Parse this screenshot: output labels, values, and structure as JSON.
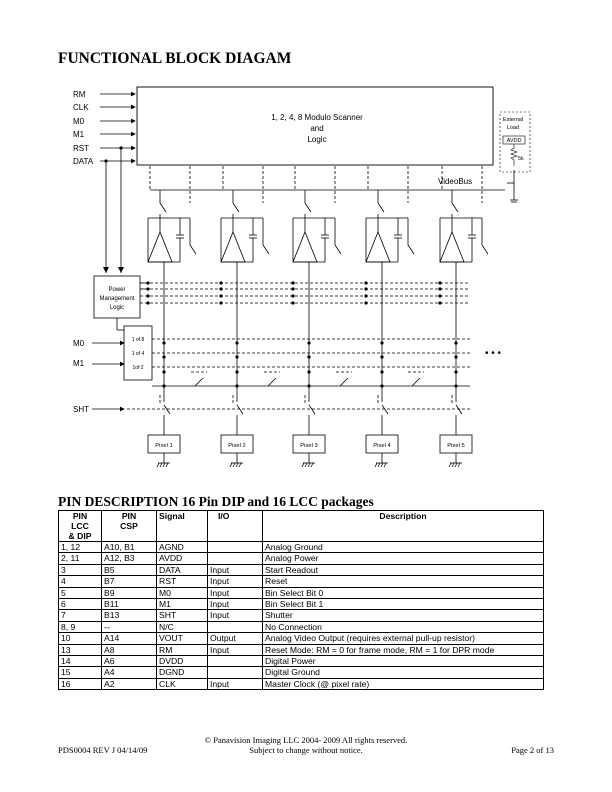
{
  "title": "FUNCTIONAL BLOCK DIAGAM",
  "diagram": {
    "inputs": [
      "RM",
      "CLK",
      "M0",
      "M1",
      "RST",
      "DATA"
    ],
    "scanner_label": [
      "1, 2, 4, 8 Modulo Scanner",
      "and",
      "Logic"
    ],
    "external_load": [
      "External",
      "Load"
    ],
    "avdd": "AVDD",
    "resistor": "5k",
    "videobus": "VideoBus",
    "power_mgmt": [
      "Power",
      "Management",
      "Logic"
    ],
    "m0": "M0",
    "m1": "M1",
    "mux_options": [
      "1 of 8",
      "1 of 4",
      "1of 2"
    ],
    "sht": "SHT",
    "pixels": [
      "Pixel 1",
      "Pixel 2",
      "Pixel 3",
      "Pixel 4",
      "Pixel 5"
    ],
    "ellipsis": "• • •"
  },
  "pin_section_title": "PIN DESCRIPTION   16 Pin DIP and 16 LCC packages",
  "pin_table": {
    "headers": {
      "lcc": [
        "PIN",
        "LCC",
        "& DIP"
      ],
      "csp": [
        "PIN",
        "CSP"
      ],
      "signal": "Signal",
      "io": "I/O",
      "description": "Description"
    },
    "rows": [
      [
        "1, 12",
        "A10, B1",
        "AGND",
        "",
        "Analog Ground"
      ],
      [
        "2, 11",
        "A12, B3",
        "AVDD",
        "",
        "Analog Power"
      ],
      [
        "3",
        "B5",
        "DATA",
        "Input",
        "Start Readout"
      ],
      [
        "4",
        "B7",
        "RST",
        "Input",
        "Reset"
      ],
      [
        "5",
        "B9",
        "M0",
        "Input",
        "Bin Select Bit 0"
      ],
      [
        "6",
        "B11",
        "M1",
        "Input",
        "Bin Select Bit 1"
      ],
      [
        "7",
        "B13",
        "SHT",
        "Input",
        "Shutter"
      ],
      [
        "8, 9",
        "--",
        "N/C",
        "",
        "No Connection"
      ],
      [
        "10",
        "A14",
        "VOUT",
        "Output",
        "Analog Video Output (requires external pull-up resistor)"
      ],
      [
        "13",
        "A8",
        "RM",
        "Input",
        "Reset Mode:  RM = 0 for frame mode, RM = 1 for DPR mode"
      ],
      [
        "14",
        "A6",
        "DVDD",
        "",
        "Digital Power"
      ],
      [
        "15",
        "A4",
        "DGND",
        "",
        "Digital Ground"
      ],
      [
        "16",
        "A2",
        "CLK",
        "Input",
        "Master Clock (@ pixel rate)"
      ]
    ]
  },
  "footer": {
    "copyright": "© Panavision Imaging LLC 2004- 2009   All rights reserved.",
    "doc_id": "PDS0004 REV J    04/14/09",
    "notice": "Subject to change without notice.",
    "page": "Page 2 of 13"
  }
}
